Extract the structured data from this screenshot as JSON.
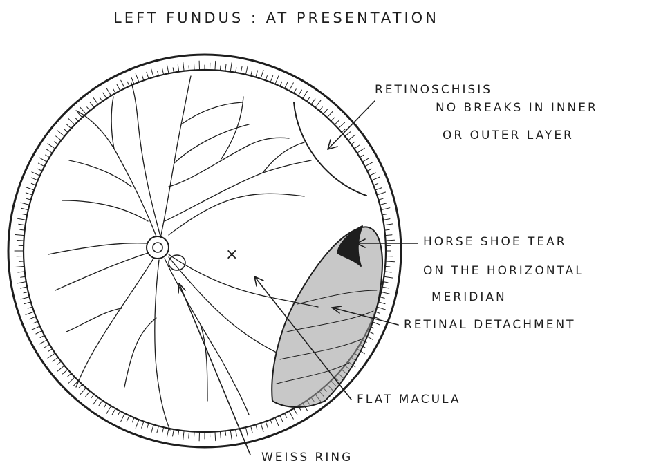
{
  "title": "LEFT FUNDUS : AT PRESENTATION",
  "labels": {
    "retinoschisis": "RETINOSCHISIS",
    "no_breaks_1": "NO BREAKS IN INNER",
    "no_breaks_2": "OR OUTER LAYER",
    "horseshoe_tear": "HORSE SHOE TEAR",
    "meridian_1": "ON THE HORIZONTAL",
    "meridian_2": "MERIDIAN",
    "retinal_detachment": "RETINAL DETACHMENT",
    "flat_macula": "FLAT MACULA",
    "weiss_ring": "WEISS RING",
    "macula_mark": "×"
  },
  "colors": {
    "ink": "#1e1e1e",
    "shading": "#9a9a9a",
    "paper": "#ffffff"
  }
}
